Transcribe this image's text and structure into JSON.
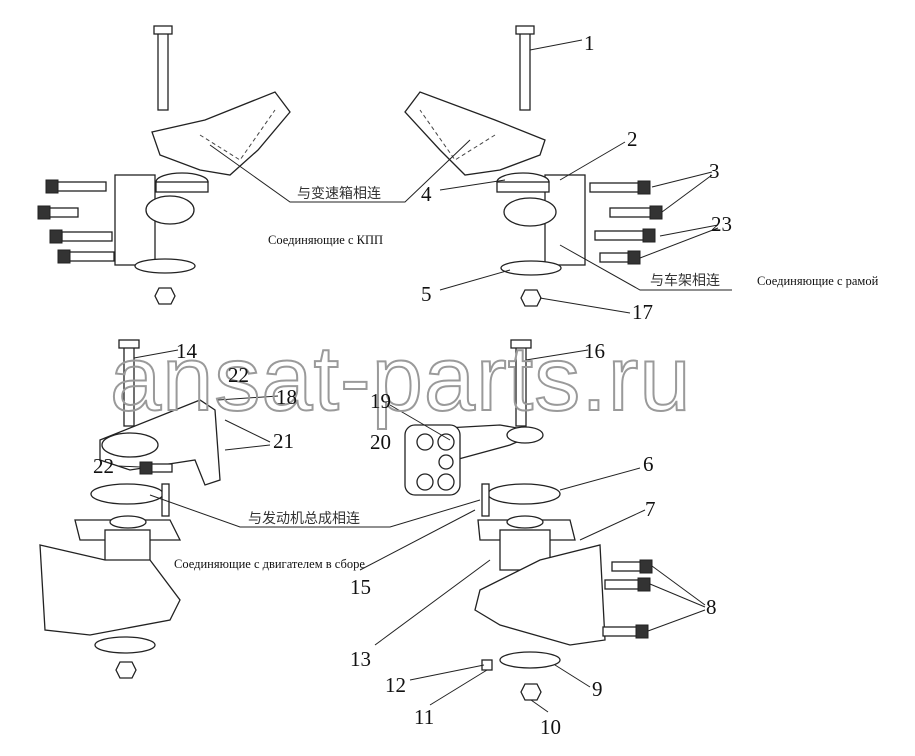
{
  "watermark": "ansat-parts.ru",
  "notes": {
    "transmission_cn": "与变速箱相连",
    "transmission_ru": "Соединяющие с КПП",
    "frame_cn": "与车架相连",
    "frame_ru": "Соединяющие с рамой",
    "engine_cn": "与发动机总成相连",
    "engine_ru": "Соединяющие с двигателем в сборе"
  },
  "callouts": {
    "c1": "1",
    "c2": "2",
    "c3": "3",
    "c4": "4",
    "c5": "5",
    "c6": "6",
    "c7": "7",
    "c8": "8",
    "c9": "9",
    "c10": "10",
    "c11": "11",
    "c12": "12",
    "c13": "13",
    "c14": "14",
    "c15": "15",
    "c16": "16",
    "c17": "17",
    "c18": "18",
    "c19": "19",
    "c20": "20",
    "c21": "21",
    "c22a": "22",
    "c22b": "22",
    "c23": "23"
  }
}
